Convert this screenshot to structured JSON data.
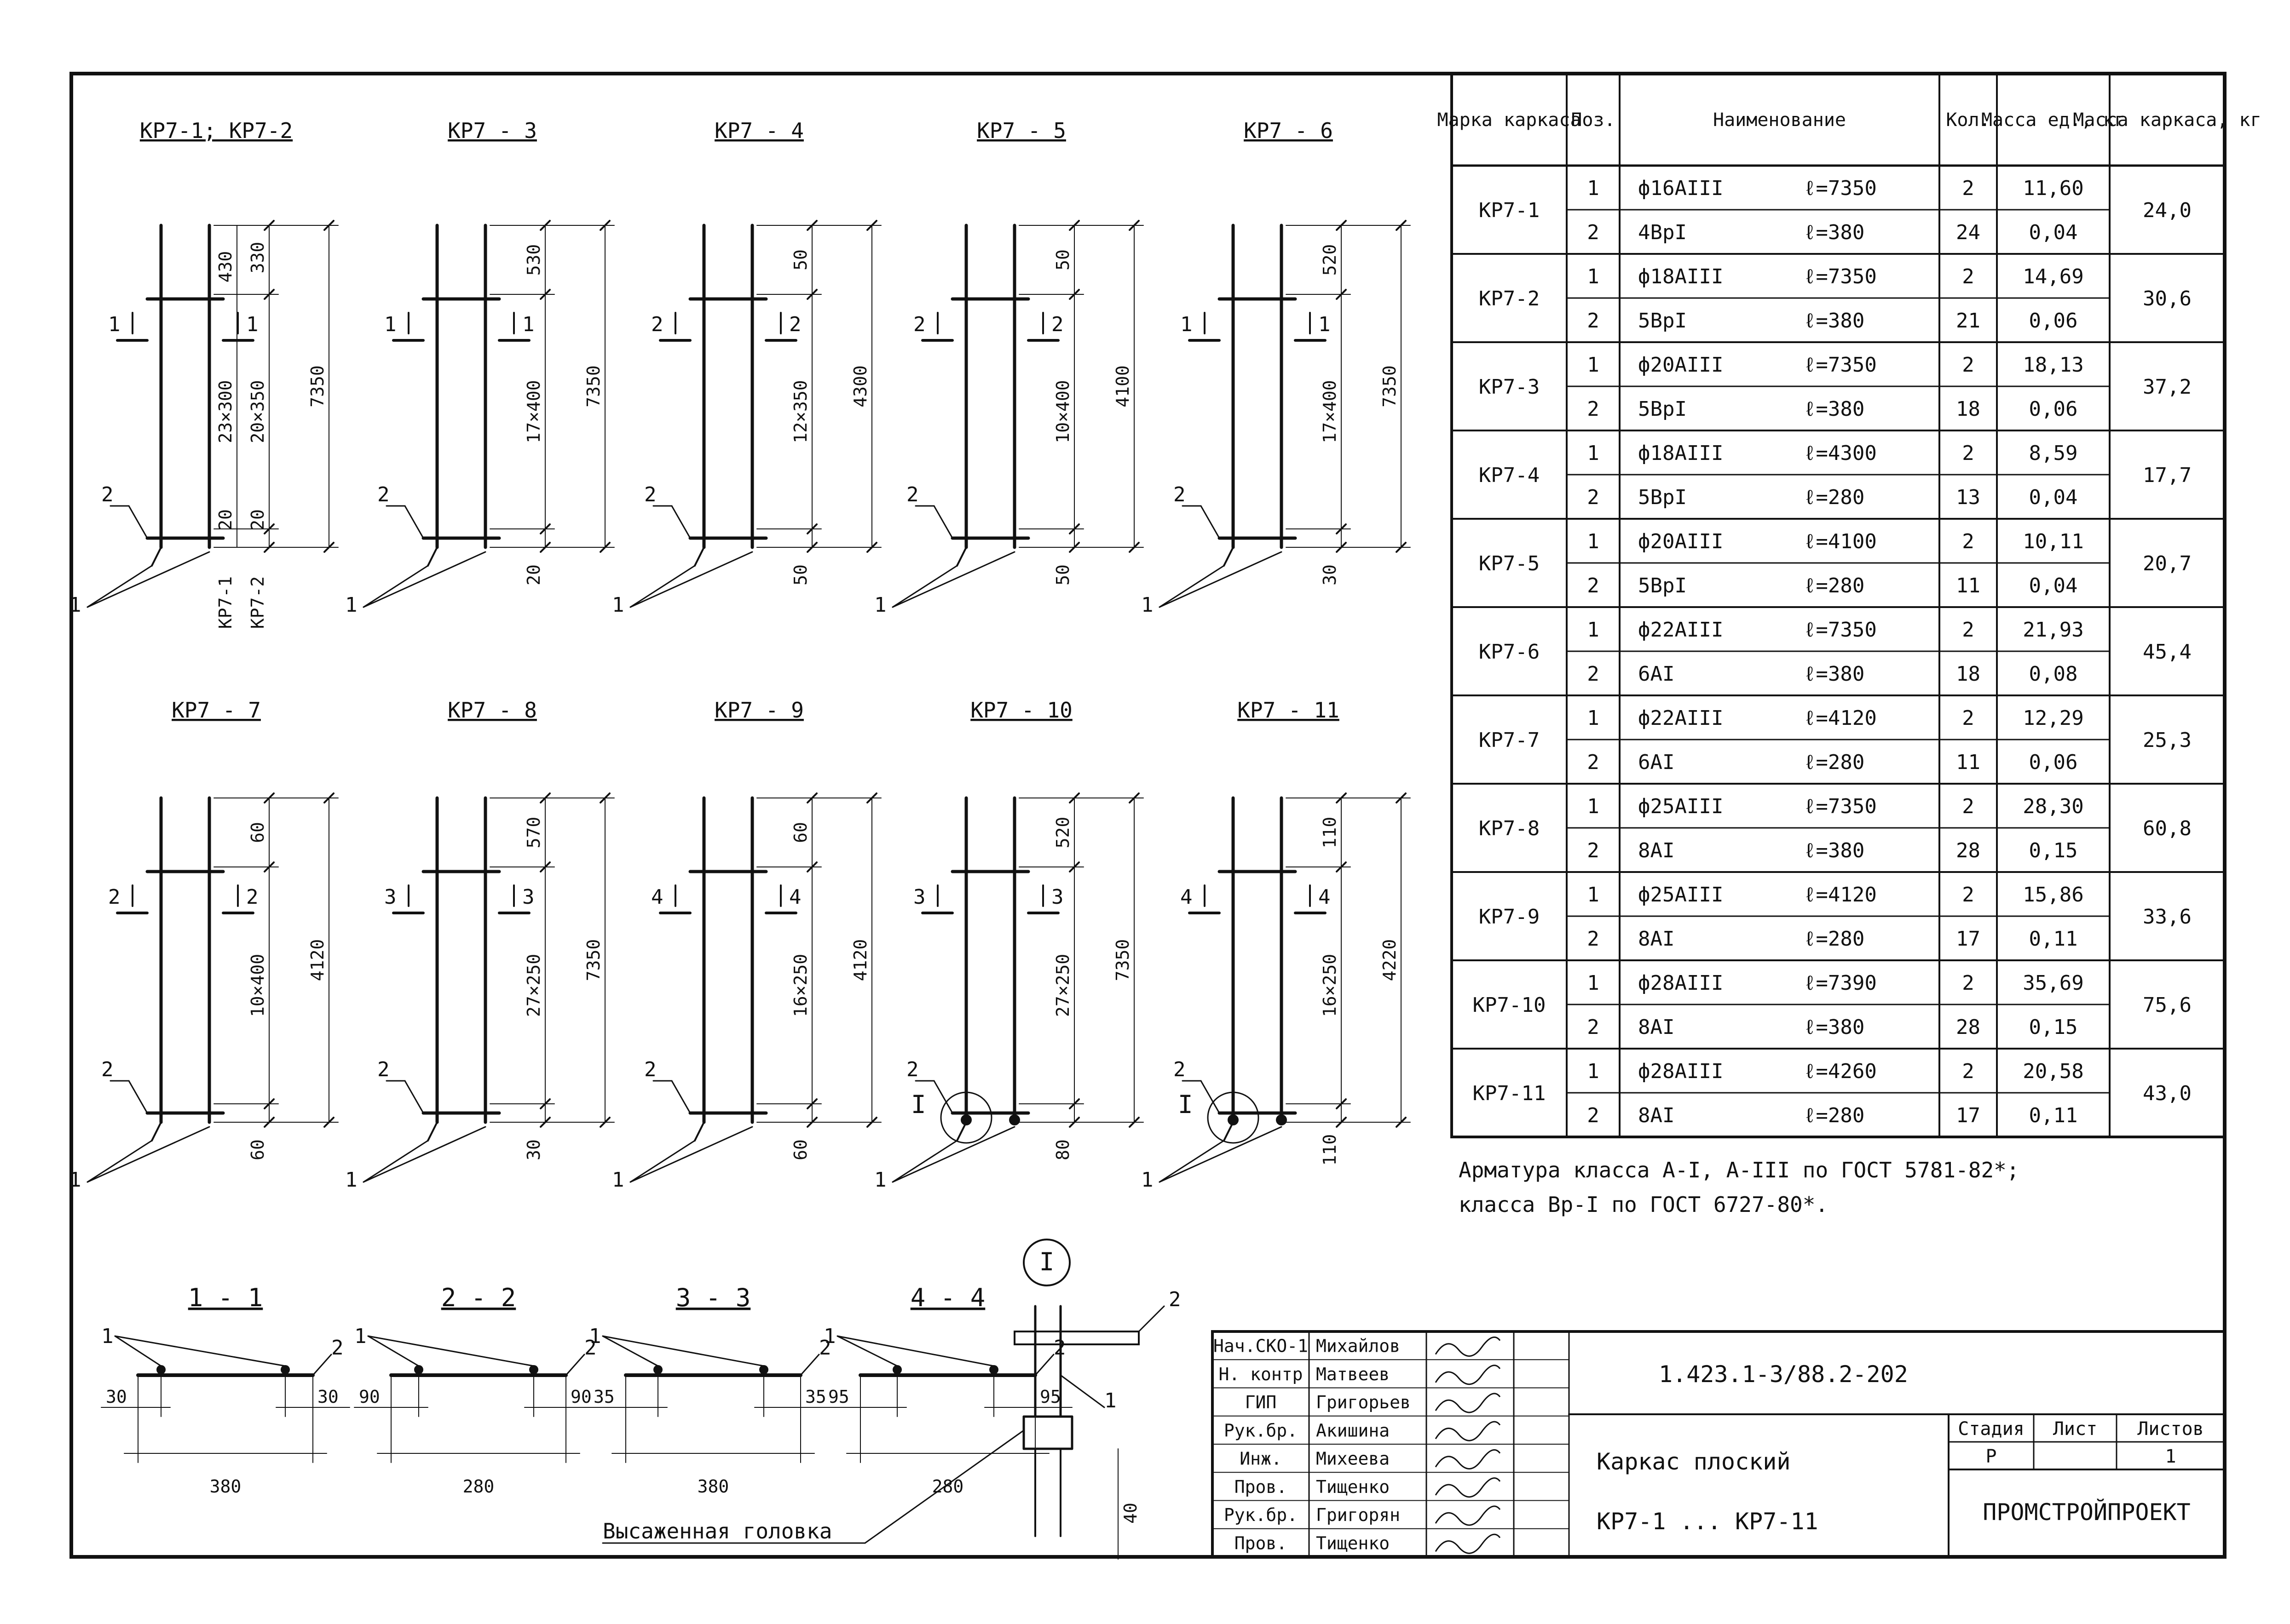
{
  "frames": [
    {
      "title": "КР7-1; КР7-2",
      "dims": [
        "430",
        "330",
        "23×300",
        "20×350",
        "20",
        "20",
        "7350"
      ],
      "tags": [
        "КР7-1",
        "КР7-2"
      ]
    },
    {
      "title": "КР7 - 3",
      "dims": [
        "530",
        "17×400",
        "7350",
        "20"
      ],
      "tags": []
    },
    {
      "title": "КР7 - 4",
      "dims": [
        "50",
        "12×350",
        "4300",
        "50"
      ],
      "tags": []
    },
    {
      "title": "КР7 - 5",
      "dims": [
        "50",
        "10×400",
        "4100",
        "50"
      ],
      "tags": []
    },
    {
      "title": "КР7 - 6",
      "dims": [
        "520",
        "17×400",
        "7350",
        "30"
      ],
      "tags": []
    },
    {
      "title": "КР7 - 7",
      "dims": [
        "60",
        "10×400",
        "4120",
        "60"
      ],
      "tags": []
    },
    {
      "title": "КР7 - 8",
      "dims": [
        "570",
        "27×250",
        "7350",
        "30"
      ],
      "tags": []
    },
    {
      "title": "КР7 - 9",
      "dims": [
        "60",
        "16×250",
        "4120",
        "60"
      ],
      "tags": []
    },
    {
      "title": "КР7 - 10",
      "dims": [
        "520",
        "27×250",
        "7350",
        "80"
      ],
      "tags": []
    },
    {
      "title": "КР7 - 11",
      "dims": [
        "110",
        "16×250",
        "4220",
        "110"
      ],
      "tags": []
    }
  ],
  "section_marks": [
    "1",
    "1",
    "1",
    "1",
    "2",
    "2",
    "2",
    "2",
    "1",
    "1",
    "2",
    "2",
    "3",
    "3",
    "4",
    "4",
    "3",
    "3",
    "4",
    "4"
  ],
  "pos_marks": [
    "1",
    "2"
  ],
  "node_mark": "I",
  "sections": [
    {
      "title": "1 - 1",
      "left": "30",
      "right": "30",
      "total": "380"
    },
    {
      "title": "2 - 2",
      "left": "90",
      "right": "90",
      "total": "280"
    },
    {
      "title": "3 - 3",
      "left": "35",
      "right": "35",
      "total": "380"
    },
    {
      "title": "4 - 4",
      "left": "95",
      "right": "95",
      "total": "280"
    }
  ],
  "detail": {
    "dim": "40",
    "label": "Высаженная головка"
  },
  "spec": {
    "headers": [
      "Марка каркаса",
      "Поз.",
      "Наименование",
      "Кол.",
      "Масса ед., кг",
      "Масса каркаса, кг"
    ],
    "rows": [
      {
        "mark": "КР7-1",
        "total": "24,0",
        "items": [
          {
            "pos": "1",
            "name": "ф16АIII",
            "len": "ℓ=7350",
            "qty": "2",
            "mass": "11,60"
          },
          {
            "pos": "2",
            "name": "4ВрI",
            "len": "ℓ=380",
            "qty": "24",
            "mass": "0,04"
          }
        ]
      },
      {
        "mark": "КР7-2",
        "total": "30,6",
        "items": [
          {
            "pos": "1",
            "name": "ф18АIII",
            "len": "ℓ=7350",
            "qty": "2",
            "mass": "14,69"
          },
          {
            "pos": "2",
            "name": "5ВрI",
            "len": "ℓ=380",
            "qty": "21",
            "mass": "0,06"
          }
        ]
      },
      {
        "mark": "КР7-3",
        "total": "37,2",
        "items": [
          {
            "pos": "1",
            "name": "ф20АIII",
            "len": "ℓ=7350",
            "qty": "2",
            "mass": "18,13"
          },
          {
            "pos": "2",
            "name": "5ВрI",
            "len": "ℓ=380",
            "qty": "18",
            "mass": "0,06"
          }
        ]
      },
      {
        "mark": "КР7-4",
        "total": "17,7",
        "items": [
          {
            "pos": "1",
            "name": "ф18АIII",
            "len": "ℓ=4300",
            "qty": "2",
            "mass": "8,59"
          },
          {
            "pos": "2",
            "name": "5ВрI",
            "len": "ℓ=280",
            "qty": "13",
            "mass": "0,04"
          }
        ]
      },
      {
        "mark": "КР7-5",
        "total": "20,7",
        "items": [
          {
            "pos": "1",
            "name": "ф20АIII",
            "len": "ℓ=4100",
            "qty": "2",
            "mass": "10,11"
          },
          {
            "pos": "2",
            "name": "5ВрI",
            "len": "ℓ=280",
            "qty": "11",
            "mass": "0,04"
          }
        ]
      },
      {
        "mark": "КР7-6",
        "total": "45,4",
        "items": [
          {
            "pos": "1",
            "name": "ф22АIII",
            "len": "ℓ=7350",
            "qty": "2",
            "mass": "21,93"
          },
          {
            "pos": "2",
            "name": "6АI",
            "len": "ℓ=380",
            "qty": "18",
            "mass": "0,08"
          }
        ]
      },
      {
        "mark": "КР7-7",
        "total": "25,3",
        "items": [
          {
            "pos": "1",
            "name": "ф22АIII",
            "len": "ℓ=4120",
            "qty": "2",
            "mass": "12,29"
          },
          {
            "pos": "2",
            "name": "6АI",
            "len": "ℓ=280",
            "qty": "11",
            "mass": "0,06"
          }
        ]
      },
      {
        "mark": "КР7-8",
        "total": "60,8",
        "items": [
          {
            "pos": "1",
            "name": "ф25АIII",
            "len": "ℓ=7350",
            "qty": "2",
            "mass": "28,30"
          },
          {
            "pos": "2",
            "name": "8АI",
            "len": "ℓ=380",
            "qty": "28",
            "mass": "0,15"
          }
        ]
      },
      {
        "mark": "КР7-9",
        "total": "33,6",
        "items": [
          {
            "pos": "1",
            "name": "ф25АIII",
            "len": "ℓ=4120",
            "qty": "2",
            "mass": "15,86"
          },
          {
            "pos": "2",
            "name": "8АI",
            "len": "ℓ=280",
            "qty": "17",
            "mass": "0,11"
          }
        ]
      },
      {
        "mark": "КР7-10",
        "total": "75,6",
        "items": [
          {
            "pos": "1",
            "name": "ф28АIII",
            "len": "ℓ=7390",
            "qty": "2",
            "mass": "35,69"
          },
          {
            "pos": "2",
            "name": "8АI",
            "len": "ℓ=380",
            "qty": "28",
            "mass": "0,15"
          }
        ]
      },
      {
        "mark": "КР7-11",
        "total": "43,0",
        "items": [
          {
            "pos": "1",
            "name": "ф28АIII",
            "len": "ℓ=4260",
            "qty": "2",
            "mass": "20,58"
          },
          {
            "pos": "2",
            "name": "8АI",
            "len": "ℓ=280",
            "qty": "17",
            "mass": "0,11"
          }
        ]
      }
    ]
  },
  "notes": [
    "Арматура класса А-I, А-III по ГОСТ 5781-82*;",
    "класса Вр-I по ГОСТ 6727-80*."
  ],
  "stamp": {
    "roles": [
      {
        "role": "Нач.СКО-1",
        "name": "Михайлов"
      },
      {
        "role": "Н. контр",
        "name": "Матвеев"
      },
      {
        "role": "ГИП",
        "name": "Григорьев"
      },
      {
        "role": "Рук.бр.",
        "name": "Акишина"
      },
      {
        "role": "Инж.",
        "name": "Михеева"
      },
      {
        "role": "Пров.",
        "name": "Тищенко"
      },
      {
        "role": "Рук.бр.",
        "name": "Григорян"
      },
      {
        "role": "Пров.",
        "name": "Тищенко"
      }
    ],
    "code": "1.423.1-3/88.2-202",
    "title_line1": "Каркас плоский",
    "title_line2": "КР7-1 ... КР7-11",
    "stage_label": "Стадия",
    "sheet_label": "Лист",
    "sheets_label": "Листов",
    "stage": "Р",
    "sheets": "1",
    "org": "ПРОМСТРОЙПРОЕКТ"
  }
}
